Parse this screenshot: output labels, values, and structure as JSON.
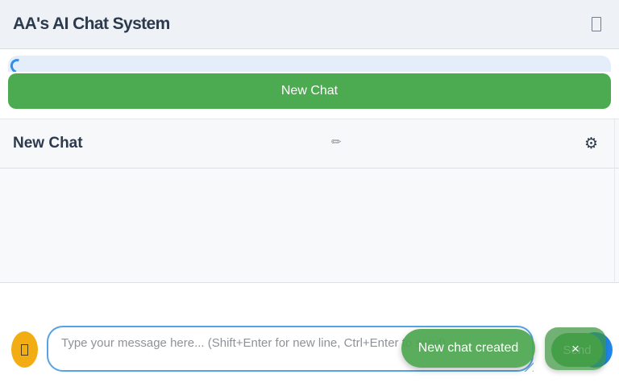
{
  "header": {
    "title": "AA's AI Chat System"
  },
  "toolbar": {
    "new_chat_label": "New Chat"
  },
  "chat_panel": {
    "title": "New Chat",
    "pencil_icon": "✏",
    "gear_icon": "⚙"
  },
  "composer": {
    "placeholder": "Type your message here... (Shift+Enter for new line, Ctrl+Enter to send)",
    "send_label": "Send"
  },
  "toast": {
    "message": "New chat created",
    "close_label": "×"
  },
  "colors": {
    "accent_green": "#4cab50",
    "toast_green": "#4da751",
    "accent_blue": "#1f87e8",
    "input_border_blue": "#55a3e6",
    "emoji_orange": "#f3ad14",
    "header_bg": "#eef1f6",
    "heading_text": "#2c3a4d"
  }
}
